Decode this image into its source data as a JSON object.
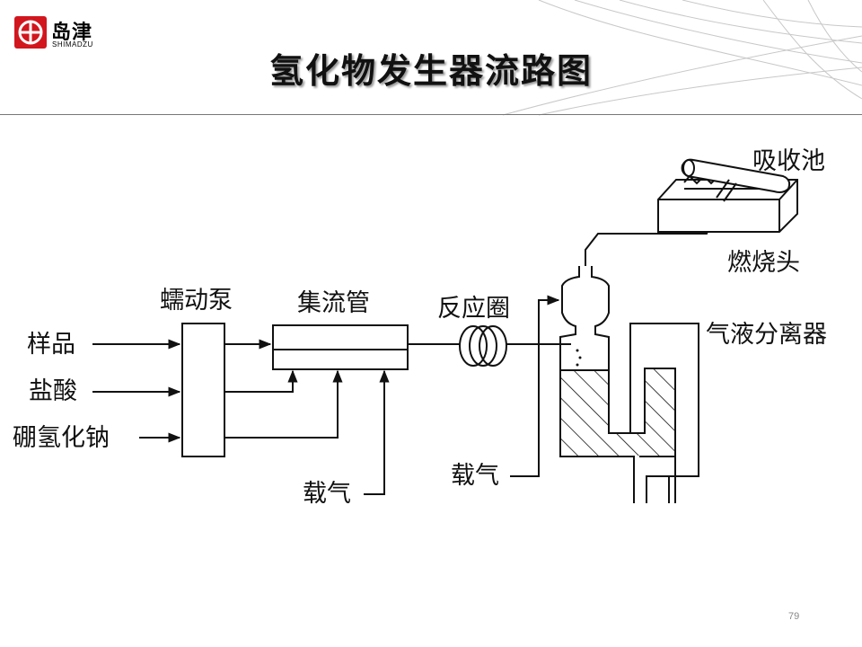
{
  "logo": {
    "name_cn": "岛津",
    "name_en": "SHIMADZU"
  },
  "title": "氢化物发生器流路图",
  "page_number": "79",
  "diagram": {
    "inputs": [
      "样品",
      "盐酸",
      "硼氢化钠"
    ],
    "peristaltic_pump": "蠕动泵",
    "manifold": "集流管",
    "reaction_coil": "反应圈",
    "carrier_gas_1": "载气",
    "carrier_gas_2": "载气",
    "absorption_cell": "吸收池",
    "burner_head": "燃烧头",
    "gas_liquid_separator": "气液分离器"
  },
  "colors": {
    "brand_red": "#d2161e",
    "line": "#111111"
  }
}
